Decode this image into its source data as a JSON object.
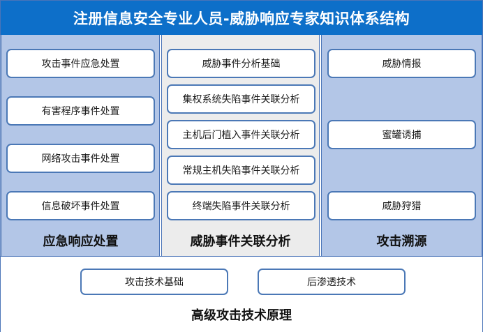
{
  "title": "注册信息安全专业人员-威胁响应专家知识体系结构",
  "columns": {
    "emergency": {
      "label": "应急响应处置",
      "items": [
        "攻击事件应急处置",
        "有害程序事件处置",
        "网络攻击事件处置",
        "信息破坏事件处置"
      ]
    },
    "correlation": {
      "label": "威胁事件关联分析",
      "items": [
        "威胁事件分析基础",
        "集权系统失陷事件关联分析",
        "主机后门植入事件关联分析",
        "常规主机失陷事件关联分析",
        "终端失陷事件关联分析"
      ]
    },
    "tracing": {
      "label": "攻击溯源",
      "items": [
        "威胁情报",
        "蜜罐诱捕",
        "威胁狩猎"
      ]
    }
  },
  "bottom": {
    "label": "高级攻击技术原理",
    "items": [
      "攻击技术基础",
      "后渗透技术"
    ]
  },
  "colors": {
    "title_bar": "#0d6fc9",
    "side_columns": "#b3c6e7",
    "middle_column": "#ececec",
    "box_border": "#4b78b6"
  }
}
